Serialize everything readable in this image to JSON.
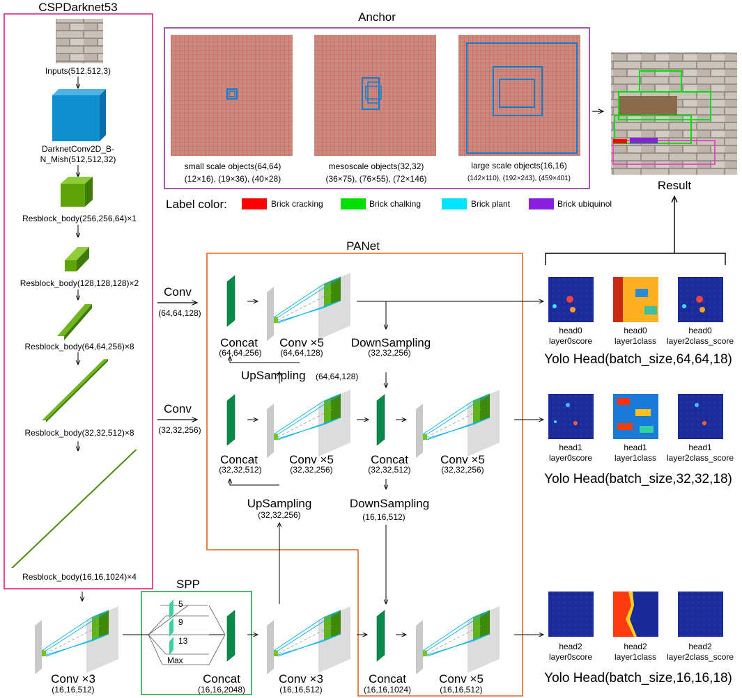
{
  "colors": {
    "backbone_border": "#e0218a",
    "anchor_border": "#8a2f9a",
    "panet_border": "#e8641e",
    "spp_border": "#1fa84a",
    "blue_block": "#0e8fd0",
    "green_block": "#5fa30a",
    "concat_green": "#0a8a4a",
    "cone_line": "#13b4e6",
    "brick_cracking": "#ff0000",
    "brick_chalking": "#00e000",
    "brick_plant": "#00e5ff",
    "brick_ubiquinol": "#8a1fe0"
  },
  "backbone": {
    "title": "CSPDarknet53",
    "inputs": "Inputs(512,512,3)",
    "conv_line1": "DarknetConv2D_B-",
    "conv_line2": "N_Mish(512,512,32)",
    "res1": "Resblock_body(256,256,64)×1",
    "res2": "Resblock_body(128,128,128)×2",
    "res3": "Resblock_body(64,64,256)×8",
    "res4": "Resblock_body(32,32,512)×8",
    "res5": "Resblock_body(16,16,1024)×4"
  },
  "anchor": {
    "title": "Anchor",
    "small_label": "small scale objects(64,64)",
    "small_sizes": "(12×16), (19×36), (40×28)",
    "meso_label": "mesoscale objects(32,32)",
    "meso_sizes": "(36×75), (76×55), (72×146)",
    "large_label": "large scale objects(16,16)",
    "large_sizes": "(142×110), (192×243), (459×401)"
  },
  "legend": {
    "title": "Label color:",
    "items": [
      {
        "label": "Brick cracking",
        "color": "#ff0000"
      },
      {
        "label": "Brick chalking",
        "color": "#00e000"
      },
      {
        "label": "Brick plant",
        "color": "#00e5ff"
      },
      {
        "label": "Brick ubiquinol",
        "color": "#8a1fe0"
      }
    ]
  },
  "result": {
    "title": "Result",
    "arrow": "→"
  },
  "panet": {
    "title": "PANet",
    "conv_a": "Conv",
    "conv_a_dims": "(64,64,128)",
    "conv_b": "Conv",
    "conv_b_dims": "(32,32,256)",
    "concat": "Concat",
    "conv5": "Conv ×5",
    "concat_r1_dims": "(64,64,256)",
    "conv5_r1_dims": "(64,64,128)",
    "downsampling": "DownSampling",
    "down1_dims": "(32,32,256)",
    "upsampling_1": "UpSampling",
    "up1_dims": "(64,64,128)",
    "concat_r2a_dims": "(32,32,512)",
    "conv5_r2a_dims": "(32,32,256)",
    "concat_r2b_dims": "(32,32,512)",
    "conv5_r2b_dims": "(32,32,256)",
    "upsampling_2": "UpSampling",
    "up2_dims": "(32,32,256)",
    "down2_dims": "(16,16,512)"
  },
  "spp": {
    "title": "SPP",
    "k1": "5",
    "k2": "9",
    "k3": "13",
    "max": "Max",
    "concat": "Concat",
    "concat_dims": "(16,16,2048)"
  },
  "bottom": {
    "conv3": "Conv ×3",
    "conv3_dims": "(16,16,512)",
    "conv3b": "Conv ×3",
    "conv3b_dims": "(16,16,512)",
    "concat": "Concat",
    "concat_dims": "(16,16,1024)",
    "conv5": "Conv ×5",
    "conv5_dims": "(16,16,512)"
  },
  "heads": {
    "h0a": "head0",
    "h0a2": "layer0score",
    "h0b": "head0",
    "h0b2": "layer1class",
    "h0c": "head0",
    "h0c2": "layer2class_score",
    "h1a": "head1",
    "h1a2": "layer0score",
    "h1b": "head1",
    "h1b2": "layer1class",
    "h1c": "head1",
    "h1c2": "layer2class_score",
    "h2a": "head2",
    "h2a2": "layer0score",
    "h2b": "head2",
    "h2b2": "layer1class",
    "h2c": "head2",
    "h2c2": "layer2class_score",
    "yolo0": "Yolo Head(batch_size,64,64,18)",
    "yolo1": "Yolo Head(batch_size,32,32,18)",
    "yolo2": "Yolo Head(batch_size,16,16,18)"
  }
}
